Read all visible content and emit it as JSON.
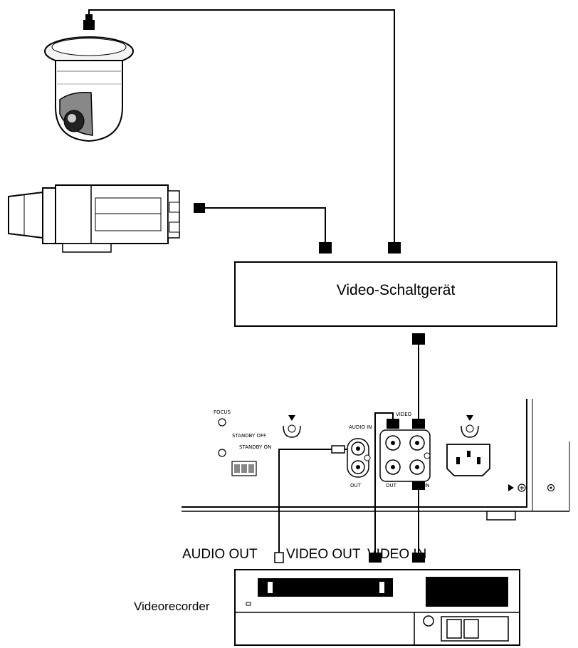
{
  "switcher": {
    "label": "Video-Schaltgerät"
  },
  "vcr": {
    "label": "Videorecorder",
    "ports": {
      "audio_out": "AUDIO OUT",
      "video_out": "VIDEO OUT",
      "video_in": "VIDEO IN"
    }
  },
  "panel": {
    "focus": "FOCUS",
    "standby_off": "STANDBY OFF",
    "standby_on": "STANDBY ON",
    "audio_in": "AUDIO IN",
    "audio_out": "OUT",
    "video": "VIDEO",
    "video_out": "OUT",
    "video_in": "IN"
  },
  "colors": {
    "line": "#000000",
    "background": "#ffffff",
    "housing": "#f4f4f4"
  },
  "icons": [
    "dome-camera-icon",
    "box-camera-icon",
    "power-socket-icon",
    "ground-screw-icon"
  ]
}
